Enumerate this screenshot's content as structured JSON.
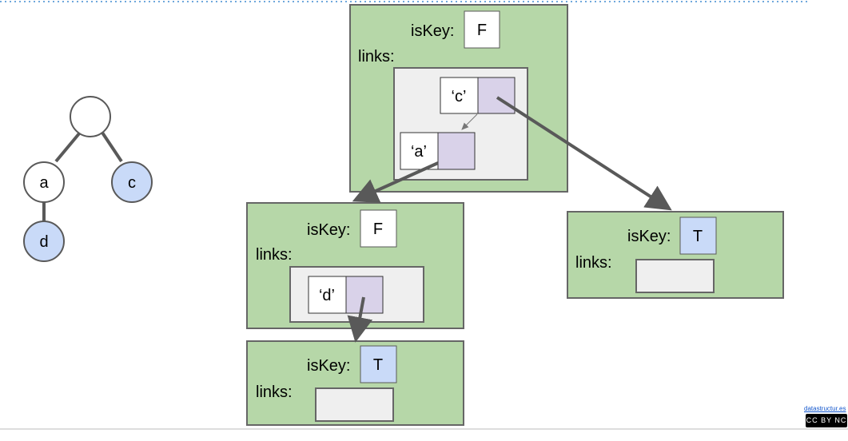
{
  "colors": {
    "node_fill": "#b6d7a8",
    "links_fill": "#efefef",
    "pointer_fill": "#d9d2e9",
    "key_true_fill": "#c9daf8",
    "border": "#666666",
    "tree_key_fill": "#c9daf8"
  },
  "tree": {
    "root": "",
    "a": "a",
    "c": "c",
    "d": "d"
  },
  "nodes": {
    "root": {
      "iskey_label": "isKey:",
      "iskey": "F",
      "links_label": "links:",
      "links": [
        {
          "key": "‘c’"
        },
        {
          "key": "‘a’"
        }
      ]
    },
    "a": {
      "iskey_label": "isKey:",
      "iskey": "F",
      "links_label": "links:",
      "links": [
        {
          "key": "‘d’"
        }
      ]
    },
    "c": {
      "iskey_label": "isKey:",
      "iskey": "T",
      "links_label": "links:"
    },
    "d": {
      "iskey_label": "isKey:",
      "iskey": "T",
      "links_label": "links:"
    }
  },
  "footer": {
    "credit": "datastructur.es",
    "license": "CC BY NC SA"
  }
}
